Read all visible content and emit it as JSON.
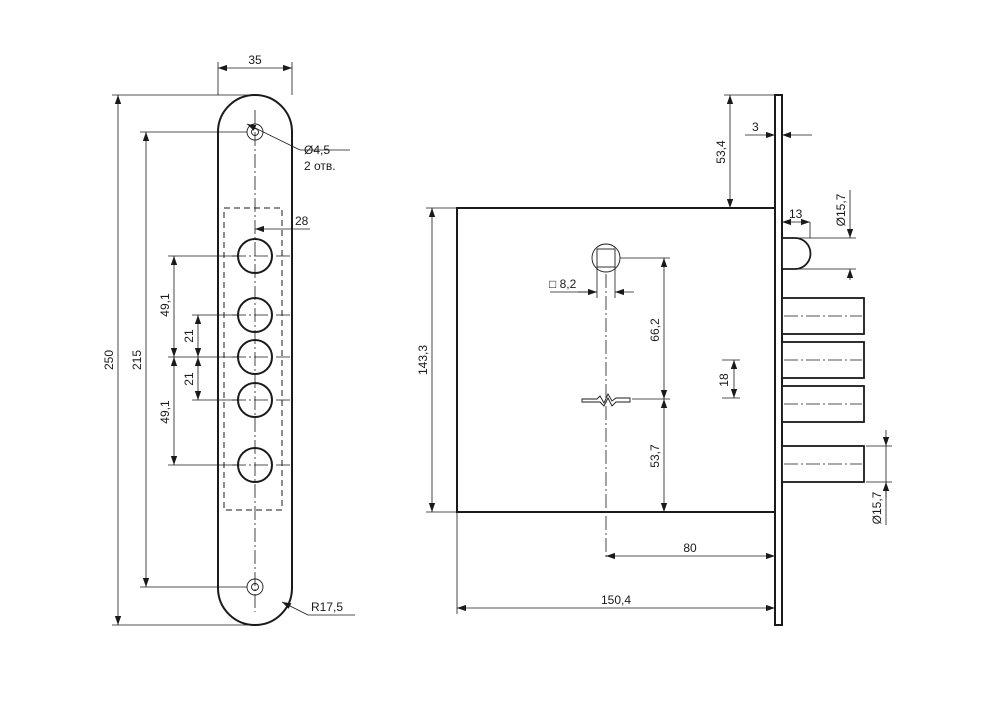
{
  "dimensions": {
    "plate_width": "35",
    "hole_dia": "Ø4,5",
    "hole_count": "2 отв.",
    "cutout_width": "28",
    "overall_height": "250",
    "hole_spacing": "215",
    "spacing_upper": "49,1",
    "spacing_mid_upper": "21",
    "spacing_mid_lower": "21",
    "spacing_lower": "49,1",
    "radius": "R17,5",
    "plate_thickness": "3",
    "top_offset": "53,4",
    "latch_offset": "13",
    "latch_dia": "Ø15,7",
    "spindle_square": "□ 8,2",
    "spindle_to_key": "66,2",
    "body_height": "143,3",
    "bolt_pitch": "18",
    "key_to_bottom": "53,7",
    "backset": "80",
    "body_length": "150,4",
    "bolt_dia": "Ø15,7"
  }
}
